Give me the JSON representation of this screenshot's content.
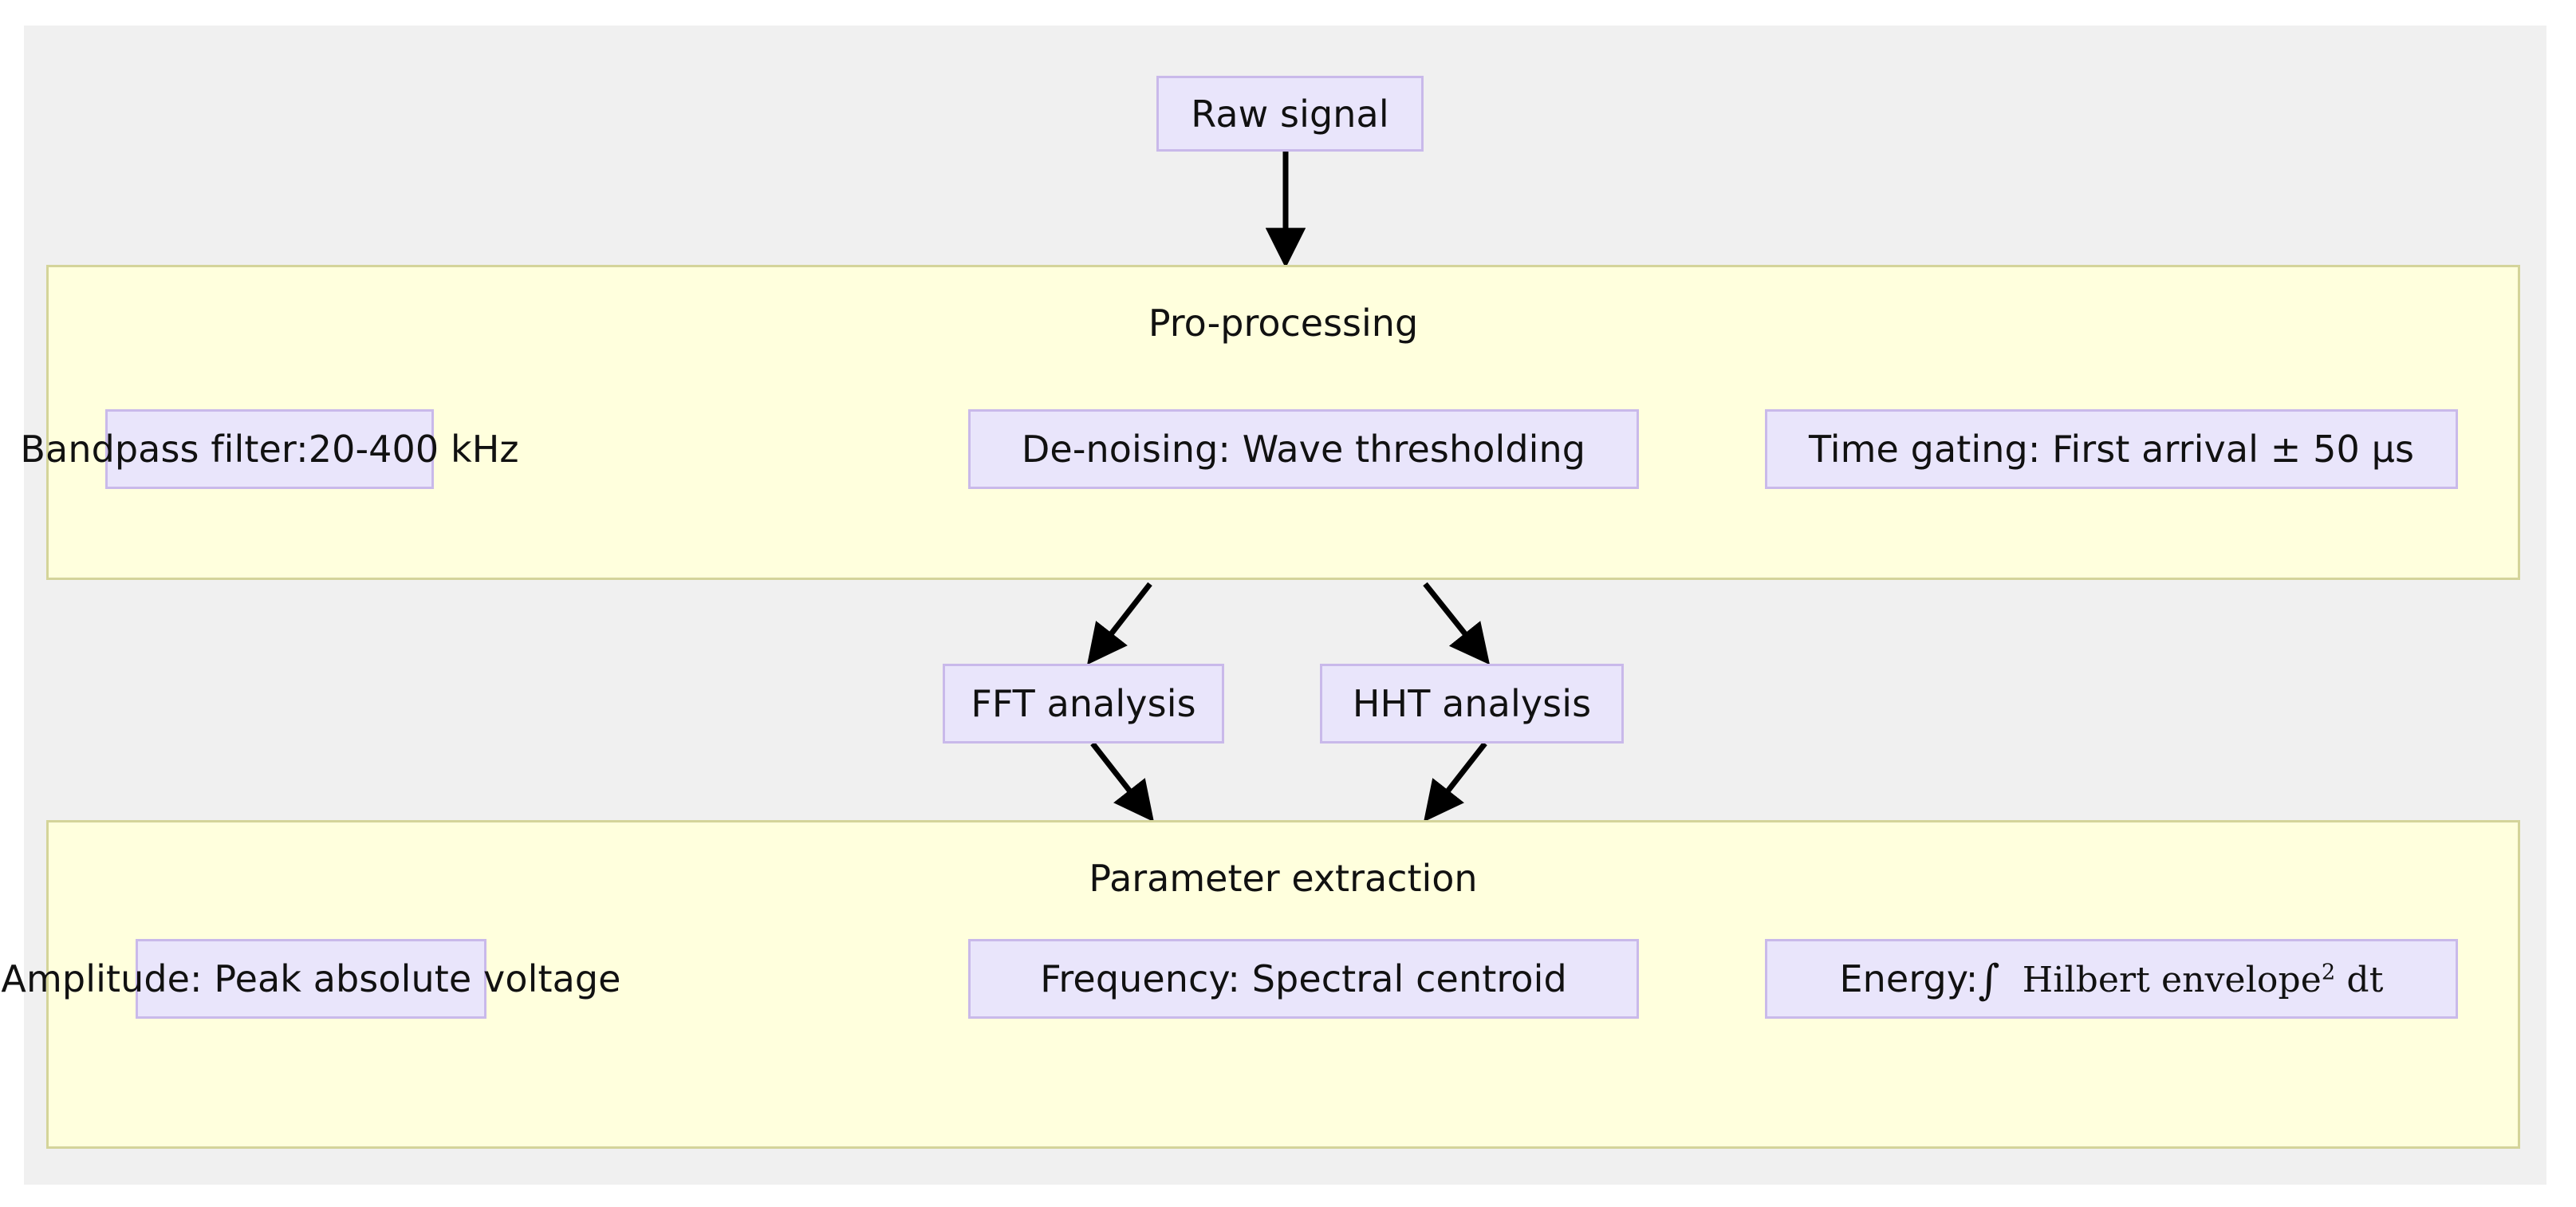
{
  "diagram": {
    "type": "flowchart",
    "background_color": "#f0f0f0",
    "page_color": "#ffffff",
    "node_fill": "#e9e5fb",
    "node_border": "#c9b9ea",
    "group_fill": "#ffffdd",
    "group_border": "#d4d49a",
    "arrow_color": "#000000",
    "text_color": "#111111"
  },
  "start": {
    "label": "Raw signal"
  },
  "preprocessing": {
    "title": "Pro-processing",
    "steps": [
      {
        "label": "Bandpass filter:20-400 kHz"
      },
      {
        "label": "De-noising: Wave thresholding"
      },
      {
        "label": "Time gating: First arrival ± 50 µs"
      }
    ]
  },
  "analysis": {
    "nodes": [
      {
        "label": "FFT analysis"
      },
      {
        "label": "HHT analysis"
      }
    ]
  },
  "extraction": {
    "title": "Parameter extraction",
    "steps": [
      {
        "label": "Amplitude: Peak absolute voltage"
      },
      {
        "label": "Frequency: Spectral centroid"
      }
    ],
    "energy": {
      "prefix": "Energy:",
      "integral": "∫",
      "expression": "Hilbert envelope",
      "exponent": "2",
      "differential": "dt"
    }
  },
  "edges": [
    {
      "from": "Raw signal",
      "to": "Pro-processing",
      "style": "straight-down"
    },
    {
      "from": "Pro-processing",
      "to": "FFT analysis",
      "style": "diagonal"
    },
    {
      "from": "Pro-processing",
      "to": "HHT analysis",
      "style": "diagonal"
    },
    {
      "from": "FFT analysis",
      "to": "Parameter extraction",
      "style": "diagonal"
    },
    {
      "from": "HHT analysis",
      "to": "Parameter extraction",
      "style": "diagonal"
    }
  ]
}
